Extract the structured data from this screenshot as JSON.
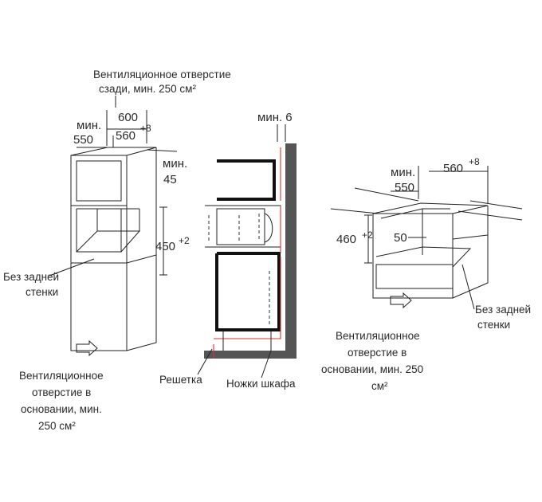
{
  "left_cabinet": {
    "vent_rear_line1": "Вентиляционное отверстие",
    "vent_rear_line2": "сзади, мин. 250 см²",
    "dim_min": "мин.",
    "dim_550": "550",
    "dim_600": "600",
    "dim_560": "560",
    "dim_560_tol": "+8",
    "dim_min45_a": "мин.",
    "dim_min45_b": "45",
    "dim_450": "450",
    "dim_450_tol": "+2",
    "no_back_line1": "Без задней",
    "no_back_line2": "стенки",
    "vent_base_line1": "Вентиляционное",
    "vent_base_line2": "отверстие в",
    "vent_base_line3": "основании, мин.",
    "vent_base_line4": "250 см²"
  },
  "middle_section": {
    "dim_min6": "мин. 6",
    "grille_label": "Решетка",
    "feet_label": "Ножки шкафа"
  },
  "right_cabinet": {
    "dim_min": "мин.",
    "dim_550": "550",
    "dim_560": "560",
    "dim_560_tol": "+8",
    "dim_460": "460",
    "dim_460_tol": "+2",
    "dim_50": "50",
    "no_back_line1": "Без задней",
    "no_back_line2": "стенки",
    "vent_base_line1": "Вентиляционное",
    "vent_base_line2": "отверстие в",
    "vent_base_line3": "основании, мин. 250",
    "vent_base_line4": "см²"
  },
  "colors": {
    "line": "#222222",
    "airflow": "#e03030",
    "wall": "#555555"
  }
}
